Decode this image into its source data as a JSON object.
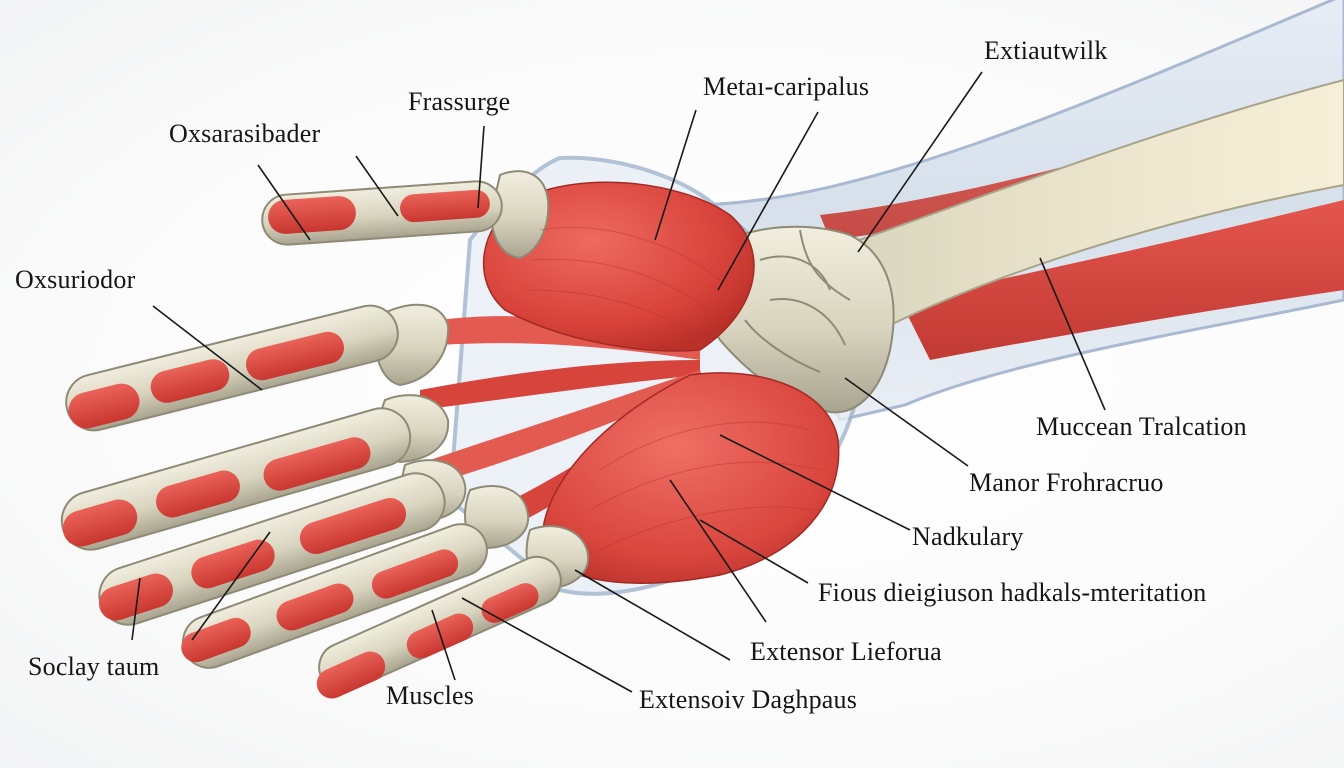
{
  "labels": {
    "extiautwilk": "Extiautwilk",
    "metai_caripalus": "Metaı-caripalus",
    "frassurge": "Frassurge",
    "oxsarasibader": "Oxsarasibader",
    "oxsuriodor": "Oxsuriodor",
    "muccean_tralcation": "Muccean Tralcation",
    "manor_frohracruo": "Manor Frohracruo",
    "nadkulary": "Nadkulary",
    "fious_dieigiuson": "Fious dieigiuson hadkals-mteritation",
    "extensor_lieforua": "Extensor Lieforua",
    "soclay_taum": "Soclay  taum",
    "muscles": "Muscles",
    "extensoiv_daghpaus": "Extensoiv  Daghpaus"
  },
  "colors": {
    "muscle": "#d9473f",
    "muscle_light": "#ef7b72",
    "bone": "#d8d3bf",
    "bone_shadow": "#9a9686",
    "skin_outline": "#9fb3cd",
    "leader_line": "#1a1a1a"
  }
}
